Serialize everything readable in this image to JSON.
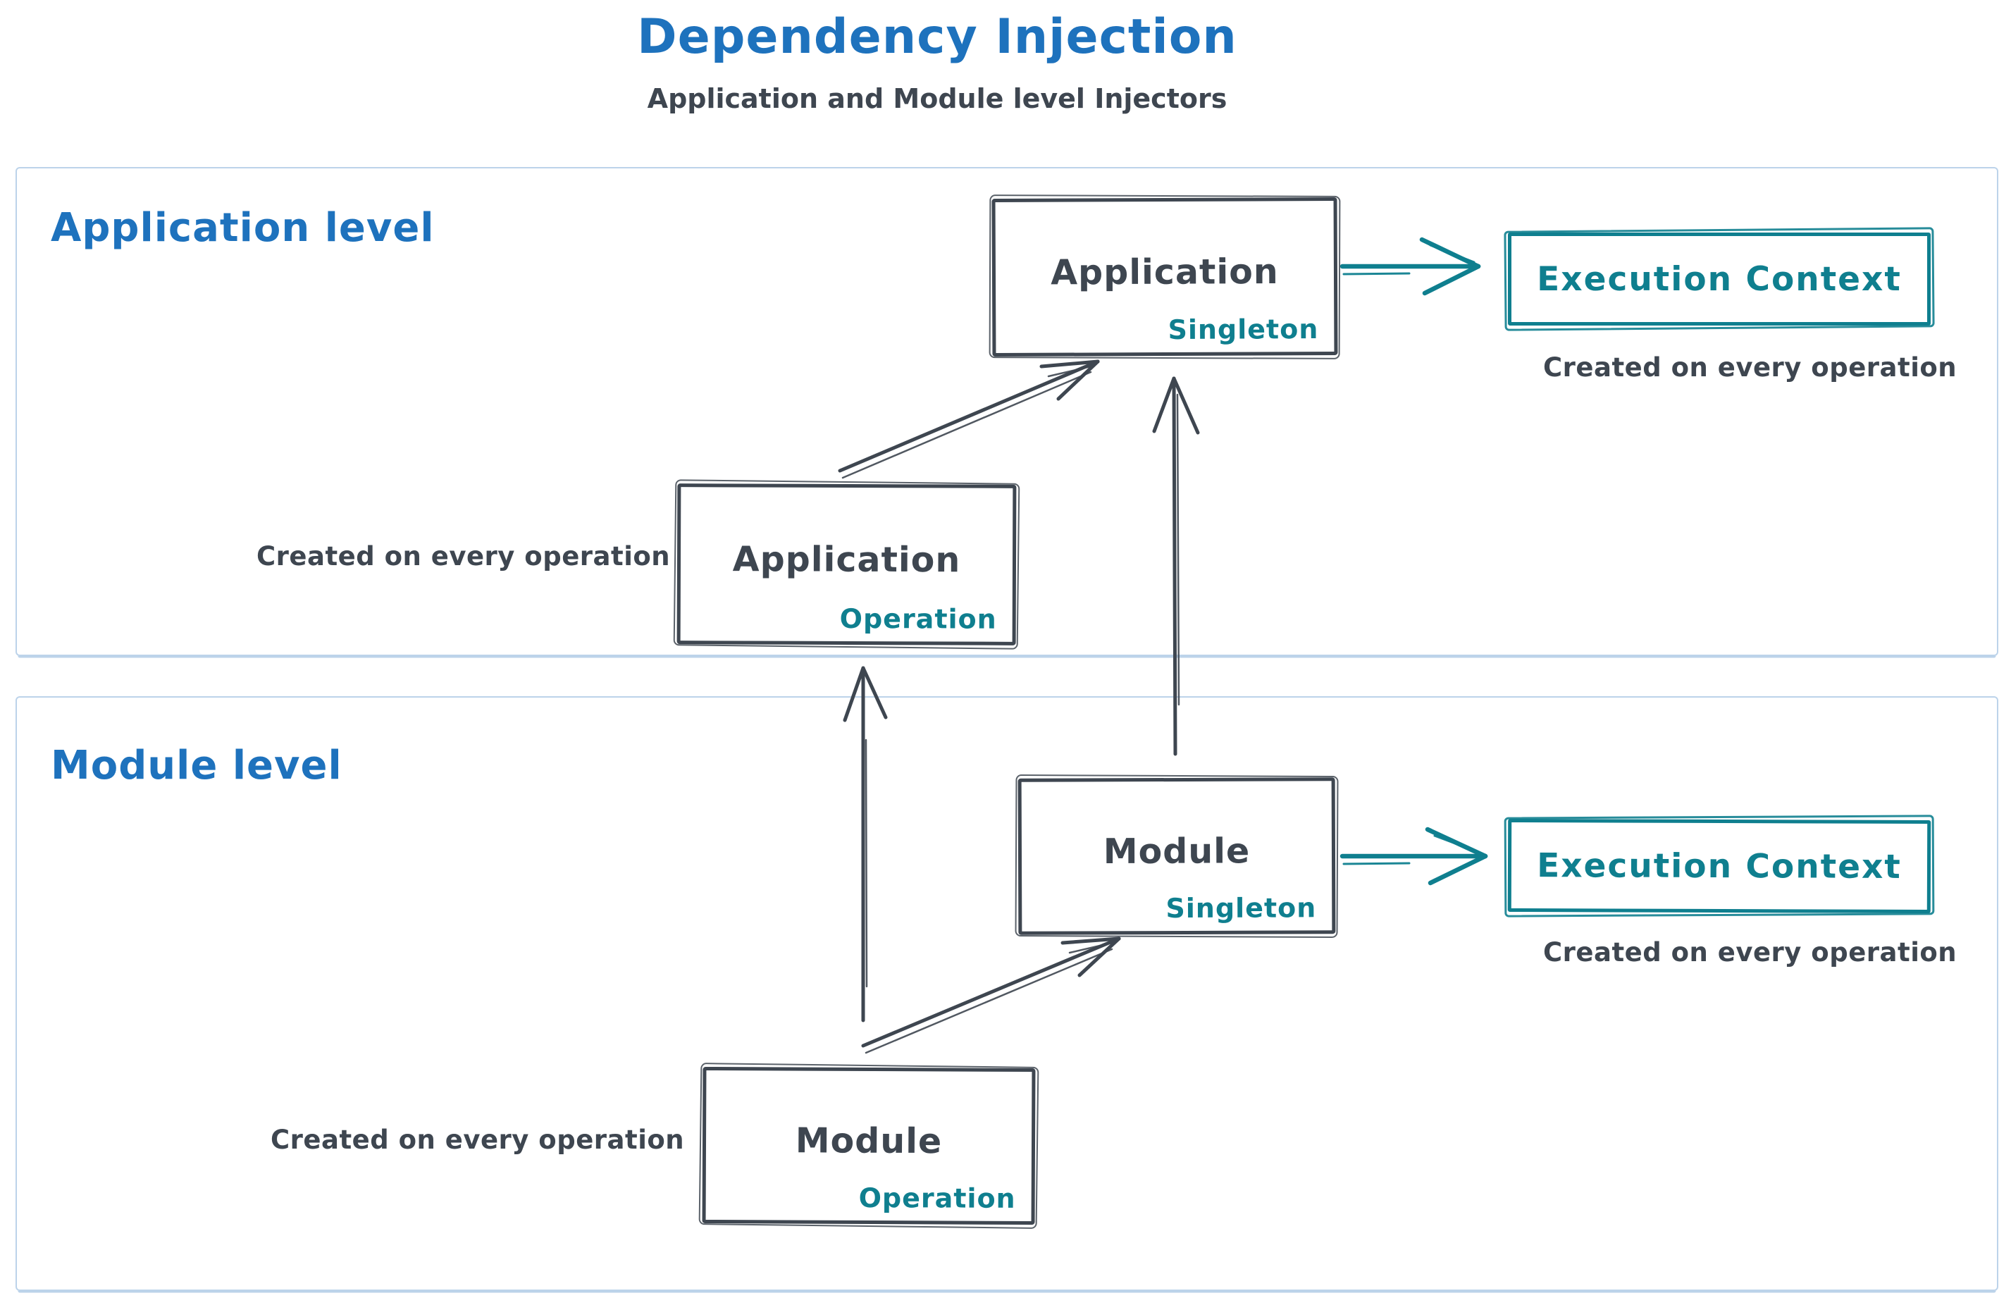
{
  "title": "Dependency Injection",
  "subtitle": "Application and Module level Injectors",
  "colors": {
    "blue": "#1e72bd",
    "dark": "#3e4650",
    "teal": "#0f7f8f",
    "section": "#bcd3ea"
  },
  "app_section": {
    "label": "Application level",
    "singleton_box": {
      "name": "Application",
      "scope": "Singleton"
    },
    "operation_box": {
      "name": "Application",
      "scope": "Operation"
    },
    "execution_context": "Execution Context",
    "ec_caption": "Created on every operation",
    "op_caption": "Created on every operation"
  },
  "module_section": {
    "label": "Module level",
    "singleton_box": {
      "name": "Module",
      "scope": "Singleton"
    },
    "operation_box": {
      "name": "Module",
      "scope": "Operation"
    },
    "execution_context": "Execution Context",
    "ec_caption": "Created on every operation",
    "op_caption": "Created on every operation"
  }
}
